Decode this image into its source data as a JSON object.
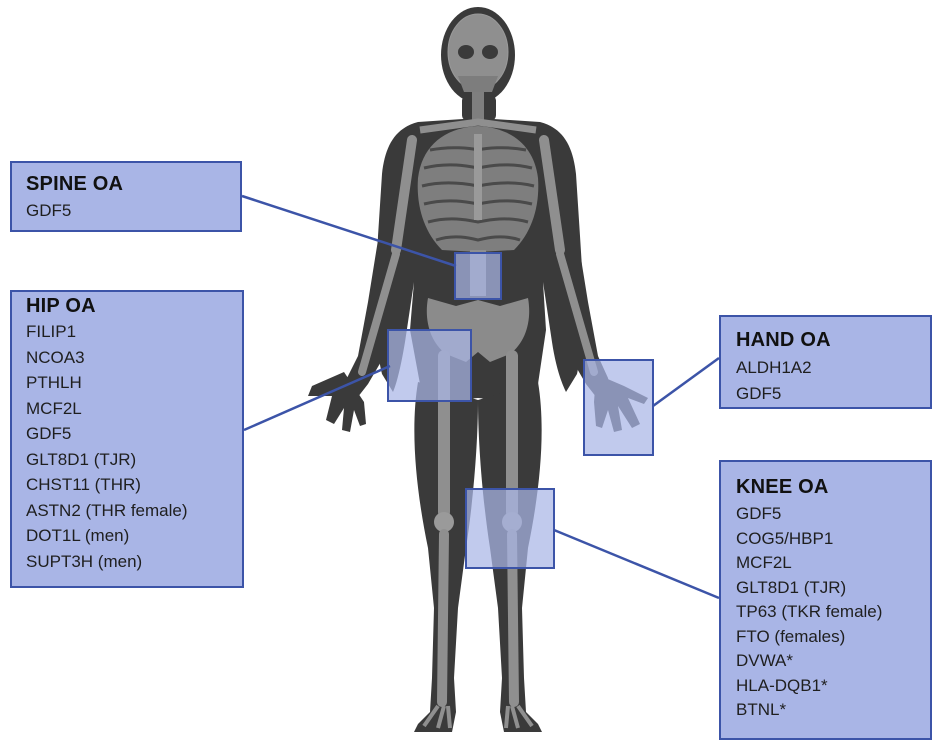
{
  "figure": {
    "highlight_fill": "#a9b5e6",
    "highlight_stroke": "#3c54a8",
    "silhouette_color": "#3a3a3a",
    "bone_color": "#8c8c8c"
  },
  "boxes": {
    "spine": {
      "title": "SPINE OA",
      "genes": [
        "GDF5"
      ]
    },
    "hip": {
      "title": "HIP OA",
      "genes": [
        "FILIP1",
        "NCOA3",
        "PTHLH",
        "MCF2L",
        "GDF5",
        "GLT8D1 (TJR)",
        "CHST11 (THR)",
        "ASTN2 (THR female)",
        "DOT1L (men)",
        "SUPT3H (men)"
      ]
    },
    "hand": {
      "title": "HAND OA",
      "genes": [
        "ALDH1A2",
        "GDF5"
      ]
    },
    "knee": {
      "title": "KNEE OA",
      "genes": [
        "GDF5",
        "COG5/HBP1",
        "MCF2L",
        "GLT8D1 (TJR)",
        "TP63 (TKR female)",
        "FTO (females)",
        "DVWA*",
        "HLA-DQB1*",
        "BTNL*"
      ]
    }
  }
}
